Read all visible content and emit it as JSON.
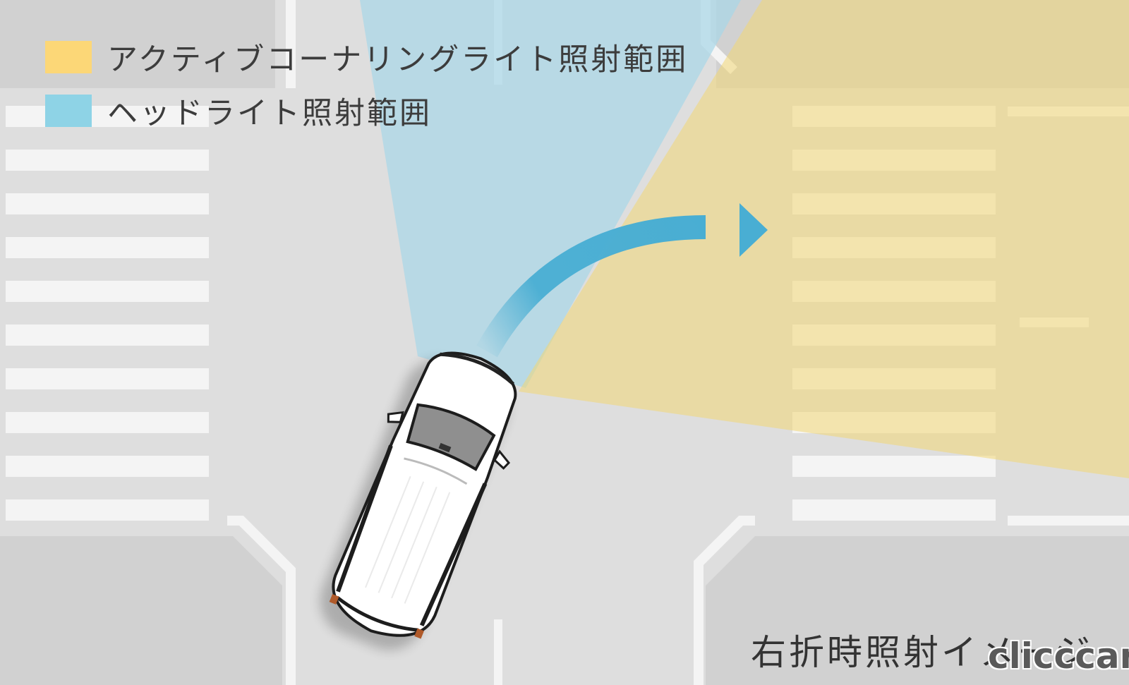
{
  "legend": {
    "items": [
      {
        "label": "アクティブコーナリングライト照射範囲",
        "color": "#fcd777"
      },
      {
        "label": "ヘッドライト照射範囲",
        "color": "#8ed3e6"
      }
    ]
  },
  "caption": "右折時照射イメージ",
  "logo": "clicccar",
  "colors": {
    "road": "#dedede",
    "sidewalk": "#d0d0d0",
    "marking": "#f7f7f7",
    "cornering_light": "#f3d774",
    "headlight": "#a9d7e7",
    "arrow": "#49aed3"
  }
}
